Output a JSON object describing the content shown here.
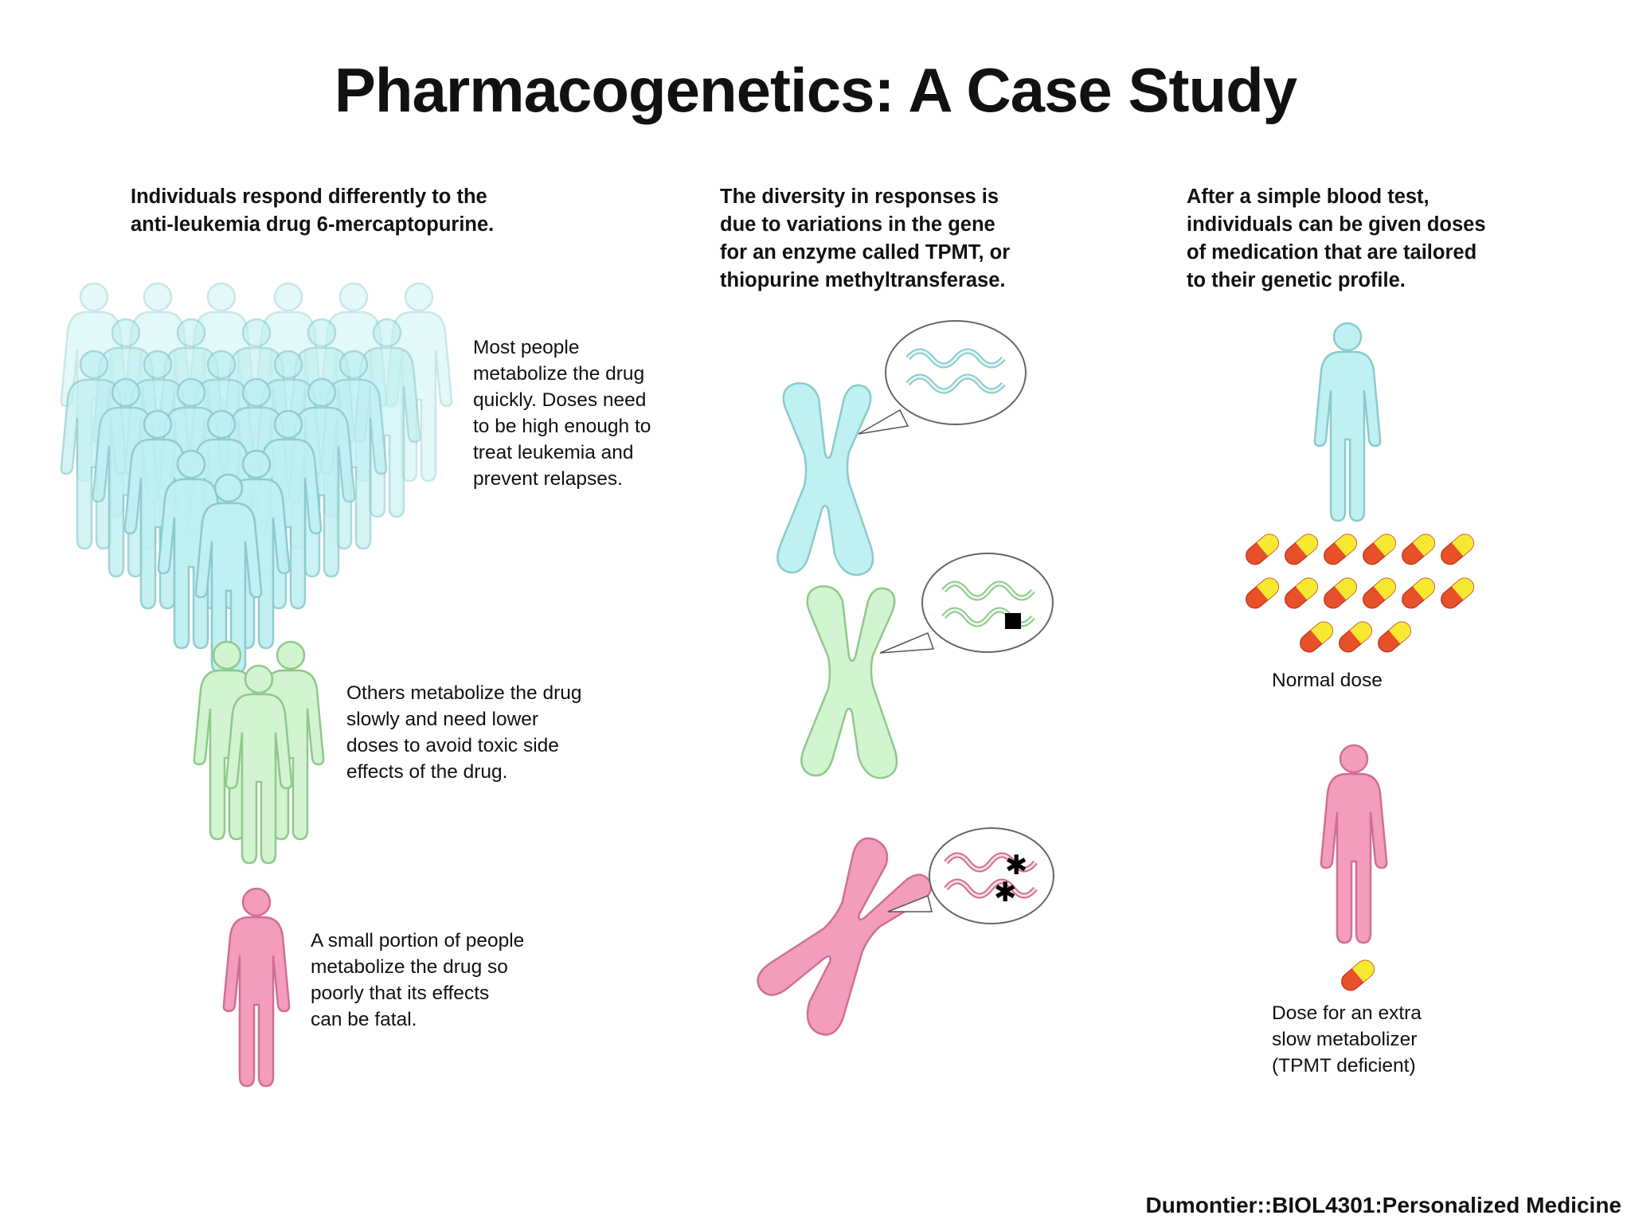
{
  "title": "Pharmacogenetics: A Case Study",
  "columns": {
    "left": {
      "heading": "Individuals respond differently to the\nanti-leukemia drug 6-mercaptopurine.",
      "fast_caption": "Most people\nmetabolize the drug\nquickly. Doses need\nto be high enough to\ntreat leukemia and\nprevent relapses.",
      "slow_caption": "Others metabolize the drug\nslowly and need lower\ndoses to avoid toxic side\neffects of the drug.",
      "poor_caption": "A small portion of people\nmetabolize the drug so\npoorly that its effects\ncan be fatal."
    },
    "middle": {
      "heading": "The diversity in responses is\ndue to variations in the gene\nfor an enzyme called TPMT, or\nthiopurine methyltransferase."
    },
    "right": {
      "heading": "After a simple blood test,\nindividuals can be given doses\nof medication that are tailored\nto their genetic profile.",
      "normal_dose_label": "Normal dose",
      "slow_dose_label": "Dose for an extra\nslow metabolizer\n(TPMT deficient)"
    }
  },
  "colors": {
    "fast": "#bff0f2",
    "slow": "#d2f4d0",
    "poor": "#f49cbc",
    "pill_red": "#e8502a",
    "pill_yellow": "#f7e832"
  },
  "normal_dose_pill_count": 15,
  "slow_dose_pill_count": 1,
  "footer": "Dumontier::BIOL4301:Personalized Medicine"
}
